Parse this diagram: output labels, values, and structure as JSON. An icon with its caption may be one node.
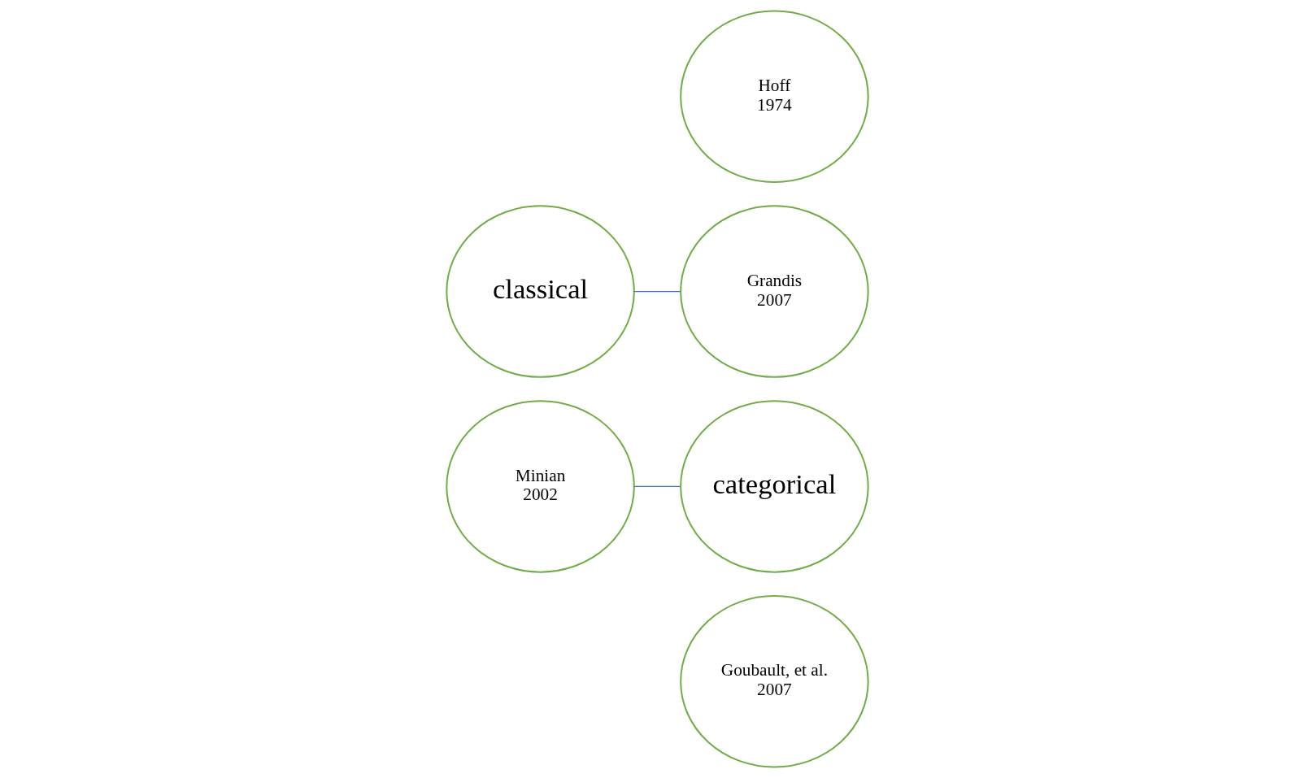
{
  "diagram": {
    "nodes": [
      {
        "text": [
          "Goubault, et al.",
          "2007"
        ]
      },
      {
        "text": [
          "categorical"
        ]
      },
      {
        "text": [
          "Grandis",
          "2007"
        ]
      },
      {
        "text": [
          "Minian",
          "2002"
        ]
      },
      {
        "text": [
          "Hoff",
          "1974"
        ]
      },
      {
        "text": [
          "classical"
        ]
      }
    ],
    "edges": [
      {
        "from": 5,
        "to": 2,
        "arrow": "none"
      },
      {
        "from": 3,
        "to": 1,
        "arrow": "none"
      }
    ]
  }
}
